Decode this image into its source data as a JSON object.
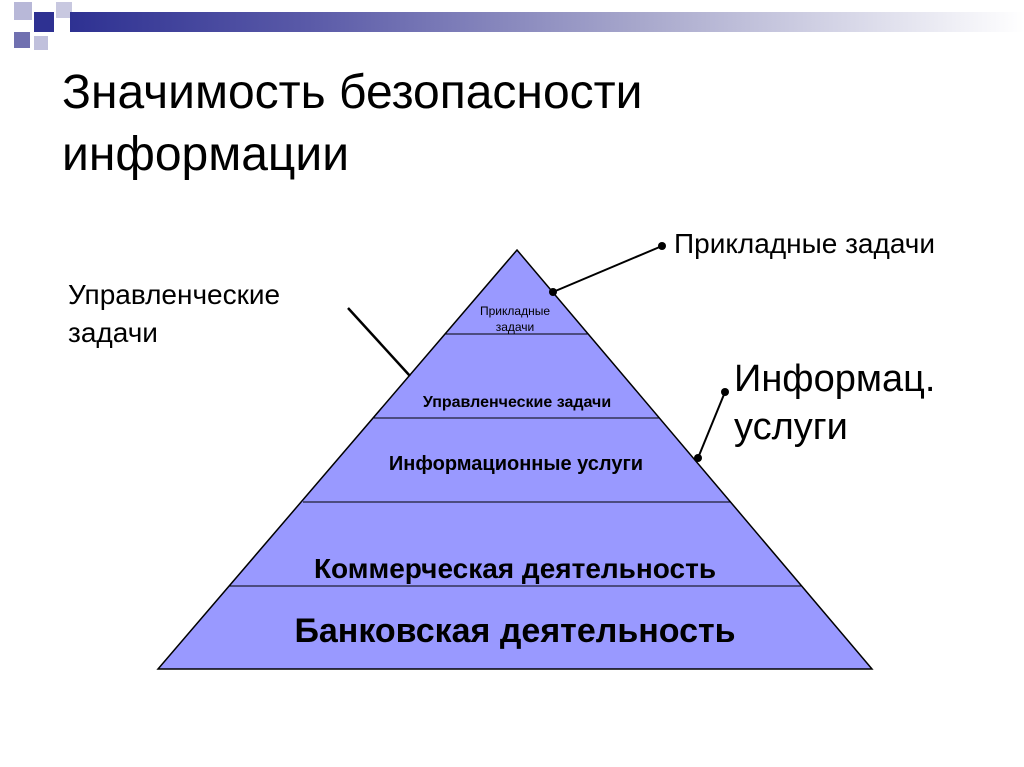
{
  "slide": {
    "title": "Значимость безопасности\nинформации"
  },
  "pyramid": {
    "fill_color": "#9999ff",
    "tiers": [
      {
        "label_lines": [
          "Прикладные",
          "задачи"
        ]
      },
      {
        "label_lines": [
          "Управленческие задачи"
        ]
      },
      {
        "label_lines": [
          "Информационные услуги"
        ]
      },
      {
        "label_lines": [
          "Коммерческая деятельность"
        ]
      },
      {
        "label_lines": [
          "Банковская деятельность"
        ]
      }
    ]
  },
  "callouts": {
    "management": "Управленческие\nзадачи",
    "applied": "Прикладные задачи",
    "info_services": "Информац.\nуслуги"
  },
  "theme": {
    "accent": "#2e3192"
  }
}
